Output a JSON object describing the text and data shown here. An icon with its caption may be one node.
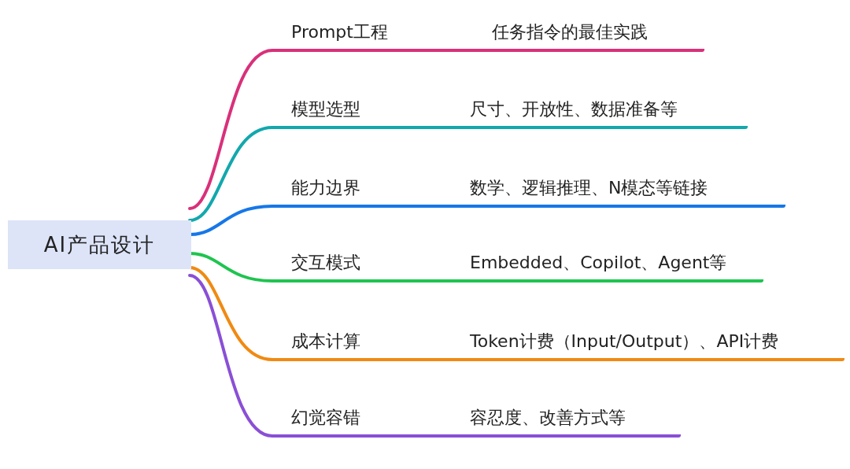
{
  "diagram": {
    "nodes": [
      {
        "text": [
          "AI产品设计"
        ]
      },
      {
        "text": [
          "Prompt工程",
          "任务指令的最佳实践"
        ]
      },
      {
        "text": [
          "模型选型",
          "尺寸、开放性、数据准备等"
        ]
      },
      {
        "text": [
          "能力边界",
          "数学、逻辑推理、N模态等链接"
        ]
      },
      {
        "text": [
          "交互模式",
          "Embedded、Copilot、Agent等"
        ]
      },
      {
        "text": [
          "成本计算",
          "Token计费（Input/Output）、API计费"
        ]
      },
      {
        "text": [
          "幻觉容错",
          "容忍度、改善方式等"
        ]
      }
    ],
    "edges": [
      {
        "from": 0,
        "to": 1,
        "arrow": "none",
        "color": "#d9307a"
      },
      {
        "from": 0,
        "to": 2,
        "arrow": "none",
        "color": "#12a8ad"
      },
      {
        "from": 0,
        "to": 3,
        "arrow": "none",
        "color": "#1677e8"
      },
      {
        "from": 0,
        "to": 4,
        "arrow": "none",
        "color": "#1fc44f"
      },
      {
        "from": 0,
        "to": 5,
        "arrow": "none",
        "color": "#f08a12"
      },
      {
        "from": 0,
        "to": 6,
        "arrow": "none",
        "color": "#8a4fd6"
      }
    ]
  }
}
